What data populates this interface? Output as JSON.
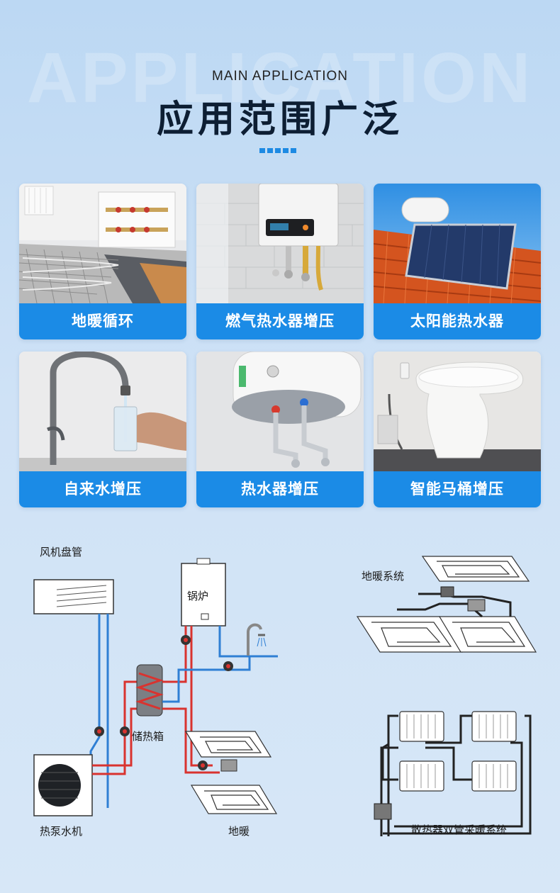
{
  "header": {
    "bg_word": "APPLICATION",
    "subtitle": "MAIN APPLICATION",
    "title": "应用范围广泛"
  },
  "applications": [
    {
      "label": "地暖循环"
    },
    {
      "label": "燃气热水器增压"
    },
    {
      "label": "太阳能热水器"
    },
    {
      "label": "自来水增压"
    },
    {
      "label": "热水器增压"
    },
    {
      "label": "智能马桶增压"
    }
  ],
  "diagram": {
    "fan_coil": "风机盘管",
    "boiler": "锅炉",
    "storage_tank": "储热箱",
    "heat_pump": "热泵水机",
    "floor_heating": "地暖",
    "floor_system": "地暖系统",
    "radiator_system": "散热器双管采暖系统"
  },
  "colors": {
    "accent": "#1b8be6",
    "hot_pipe": "#d9332f",
    "cold_pipe": "#2f7fd4"
  }
}
